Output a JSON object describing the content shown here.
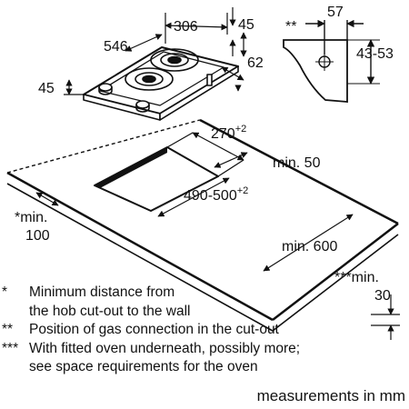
{
  "hob_dimensions": {
    "depth": "546",
    "width": "306",
    "height": "45",
    "side_height": "45",
    "top_depth": "62"
  },
  "gas_connection": {
    "marker": "**",
    "distance": "57",
    "range": "43-53"
  },
  "cutout": {
    "width": "270",
    "width_tolerance": "+2",
    "depth": "490-500",
    "depth_tolerance": "+2",
    "min_back": "min. 50",
    "min_wall_marker": "*min.",
    "min_wall_value": "100",
    "min_front": "min. 600",
    "oven_marker": "***min.",
    "oven_value": "30"
  },
  "legend": [
    {
      "marker": "*",
      "lines": [
        "Minimum distance from",
        "the hob cut-out to the wall"
      ]
    },
    {
      "marker": "**",
      "lines": [
        "Position of gas connection in the cut-out"
      ]
    },
    {
      "marker": "***",
      "lines": [
        "With fitted oven underneath, possibly more;",
        "see space requirements for the oven"
      ]
    }
  ],
  "footer": "measurements in mm"
}
